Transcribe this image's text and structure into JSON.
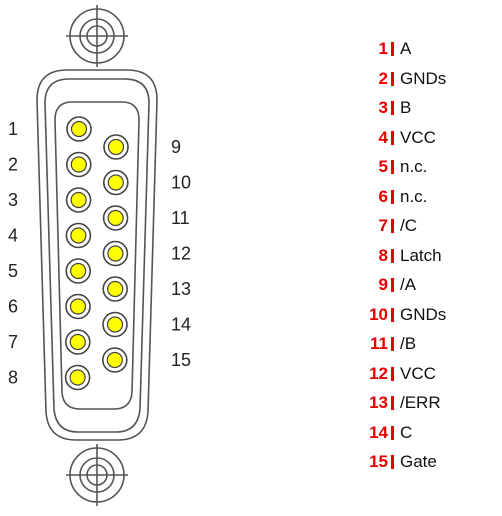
{
  "colors": {
    "pin_fill": "#ffff00",
    "pin_ring": "#444444",
    "legend_number": "#e60000",
    "outline": "#555555"
  },
  "connector": {
    "left_column_labels": [
      "1",
      "2",
      "3",
      "4",
      "5",
      "6",
      "7",
      "8"
    ],
    "right_column_labels": [
      "9",
      "10",
      "11",
      "12",
      "13",
      "14",
      "15"
    ]
  },
  "legend": {
    "separator": "I",
    "items": [
      {
        "pin": "1",
        "signal": "A"
      },
      {
        "pin": "2",
        "signal": "GNDs"
      },
      {
        "pin": "3",
        "signal": "B"
      },
      {
        "pin": "4",
        "signal": "VCC"
      },
      {
        "pin": "5",
        "signal": "n.c."
      },
      {
        "pin": "6",
        "signal": "n.c."
      },
      {
        "pin": "7",
        "signal": "/C"
      },
      {
        "pin": "8",
        "signal": "Latch"
      },
      {
        "pin": "9",
        "signal": "/A"
      },
      {
        "pin": "10",
        "signal": "GNDs"
      },
      {
        "pin": "11",
        "signal": "/B"
      },
      {
        "pin": "12",
        "signal": "VCC"
      },
      {
        "pin": "13",
        "signal": "/ERR"
      },
      {
        "pin": "14",
        "signal": "C"
      },
      {
        "pin": "15",
        "signal": "Gate"
      }
    ]
  }
}
